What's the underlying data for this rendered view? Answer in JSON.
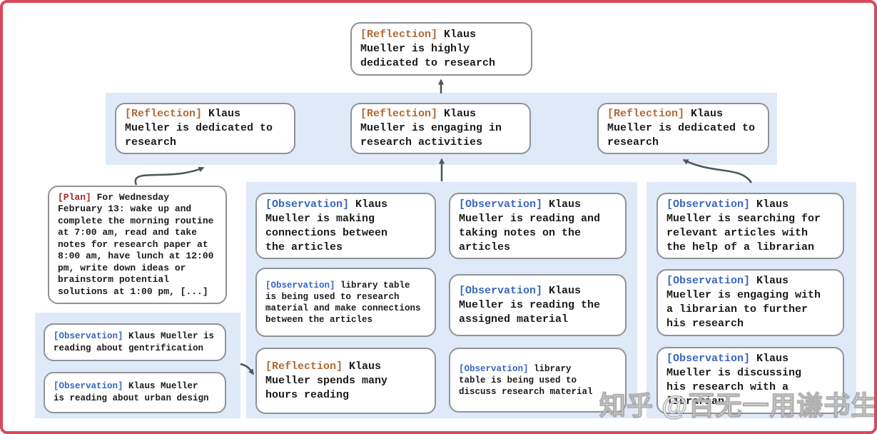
{
  "colors": {
    "frame": "#d5495a",
    "panel_blue": "#dfe9f8",
    "box_border": "#8f9296",
    "reflection_label": "#b06a35",
    "observation_label": "#3a66bd",
    "plan_label": "#9e2b25",
    "arrow": "#4f545a"
  },
  "watermark": "知乎 @百无一用谦书生",
  "boxes": {
    "top": {
      "label": "[Reflection]",
      "text": " Klaus\nMueller is highly\ndedicated to research"
    },
    "row2": [
      {
        "label": "[Reflection]",
        "text": " Klaus\nMueller is dedicated to\nresearch"
      },
      {
        "label": "[Reflection]",
        "text": " Klaus\nMueller is engaging in\nresearch activities"
      },
      {
        "label": "[Reflection]",
        "text": " Klaus\nMueller is dedicated to\nresearch"
      }
    ],
    "plan": {
      "label": "[Plan]",
      "text": " For Wednesday\nFebruary 13: wake up and\ncomplete the morning routine\nat 7:00 am, read and take\nnotes for research paper at\n8:00 am, have lunch at 12:00\npm, write down ideas or\nbrainstorm potential\nsolutions at 1:00 pm, [...]"
    },
    "left_observations": [
      {
        "label": "[Observation]",
        "text": " Klaus Mueller is\nreading about gentrification"
      },
      {
        "label": "[Observation]",
        "text": " Klaus Mueller\nis reading about urban design"
      }
    ],
    "middle": [
      {
        "label": "[Observation]",
        "text": " Klaus\nMueller is making\nconnections between\nthe articles"
      },
      {
        "label": "[Observation]",
        "text": " library table\nis being used to research\nmaterial and make connections\nbetween the articles"
      },
      {
        "label": "[Reflection]",
        "text": " Klaus\nMueller spends many\nhours reading"
      },
      {
        "label": "[Observation]",
        "text": " Klaus\nMueller is reading and\ntaking notes on the\narticles"
      },
      {
        "label": "[Observation]",
        "text": " Klaus\nMueller is reading the\nassigned material"
      },
      {
        "label": "[Observation]",
        "text": " library\ntable is being used to\ndiscuss research material"
      }
    ],
    "right": [
      {
        "label": "[Observation]",
        "text": " Klaus\nMueller is searching for\nrelevant articles with\nthe help of a librarian"
      },
      {
        "label": "[Observation]",
        "text": " Klaus\nMueller is engaging with\na librarian to further\nhis research"
      },
      {
        "label": "[Observation]",
        "text": " Klaus\nMueller is discussing\nhis research with a\nlibrarian"
      }
    ]
  }
}
